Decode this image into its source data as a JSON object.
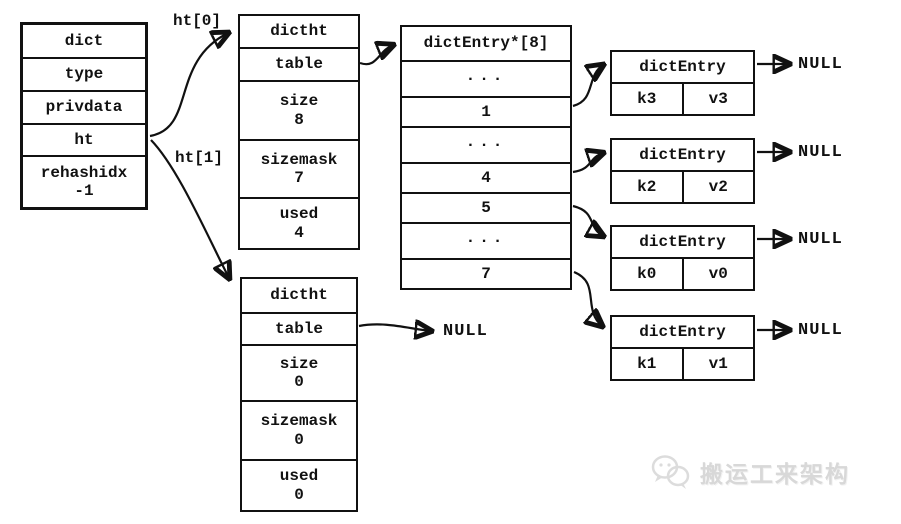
{
  "colors": {
    "ink": "#111111",
    "background": "#ffffff",
    "watermark_gray": "#d8d8d8"
  },
  "dict_box": {
    "title": "dict",
    "rows": [
      "type",
      "privdata",
      "ht"
    ],
    "rehash_label": "rehashidx",
    "rehash_value": "-1"
  },
  "pointer_labels": {
    "ht0": "ht[0]",
    "ht1": "ht[1]"
  },
  "hashtable_active": {
    "title": "dictht",
    "table_label": "table",
    "fields": [
      {
        "name": "size",
        "value": "8"
      },
      {
        "name": "sizemask",
        "value": "7"
      },
      {
        "name": "used",
        "value": "4"
      }
    ]
  },
  "bucket_array": {
    "header": "dictEntry*[8]",
    "cells": [
      "...",
      "1",
      "...",
      "4",
      "5",
      "...",
      "7"
    ]
  },
  "entries": [
    {
      "title": "dictEntry",
      "key": "k3",
      "value": "v3",
      "next": "NULL"
    },
    {
      "title": "dictEntry",
      "key": "k2",
      "value": "v2",
      "next": "NULL"
    },
    {
      "title": "dictEntry",
      "key": "k0",
      "value": "v0",
      "next": "NULL"
    },
    {
      "title": "dictEntry",
      "key": "k1",
      "value": "v1",
      "next": "NULL"
    }
  ],
  "hashtable_empty": {
    "title": "dictht",
    "table_label": "table",
    "table_next": "NULL",
    "fields": [
      {
        "name": "size",
        "value": "0"
      },
      {
        "name": "sizemask",
        "value": "0"
      },
      {
        "name": "used",
        "value": "0"
      }
    ]
  },
  "watermark": {
    "text": "搬运工来架构"
  }
}
